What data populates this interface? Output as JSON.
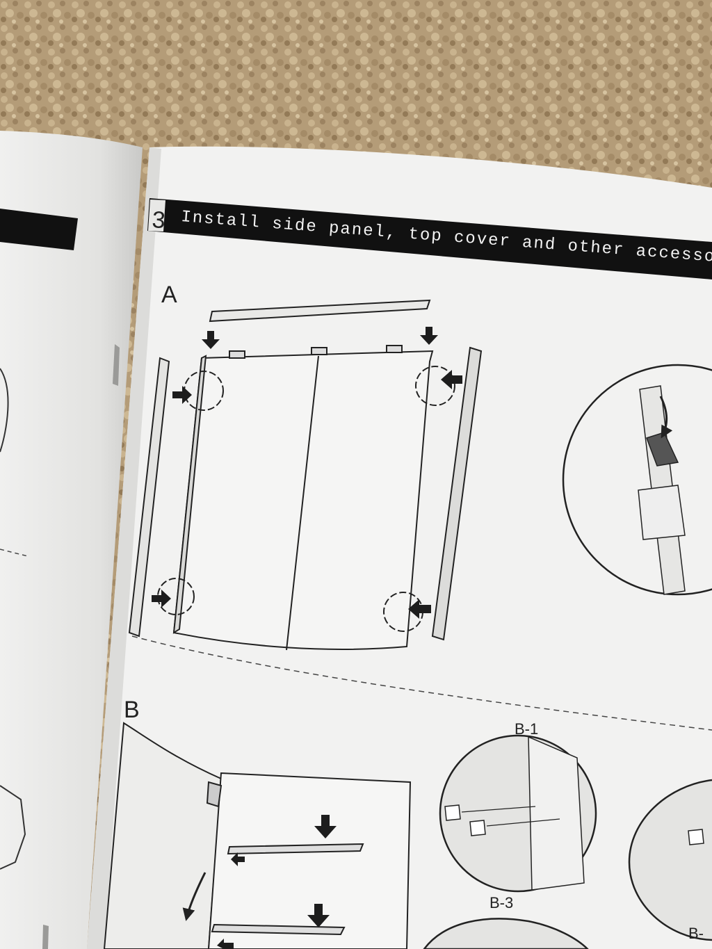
{
  "photo": {
    "subject": "Assembly instruction booklet lying open on carpet",
    "colors": {
      "carpet": "#b49c78",
      "carpet_dark": "#8e7552",
      "carpet_light": "#d4bf9b",
      "paper": "#f1f1f0",
      "paper_shadow": "#d9d9d7",
      "ink": "#1d1d1d",
      "banner": "#111111"
    }
  },
  "manual": {
    "step": {
      "number": "3",
      "title": "Install side panel, top cover and other accessorie"
    },
    "sections": {
      "a_label": "A",
      "b_label": "B"
    },
    "details": {
      "b1_label": "B-1",
      "b3_label": "B-3",
      "b_partial_label": "B-"
    },
    "icons": [
      "arrow-down-icon",
      "arrow-right-icon",
      "arrow-left-icon",
      "curved-arrow-icon"
    ]
  }
}
